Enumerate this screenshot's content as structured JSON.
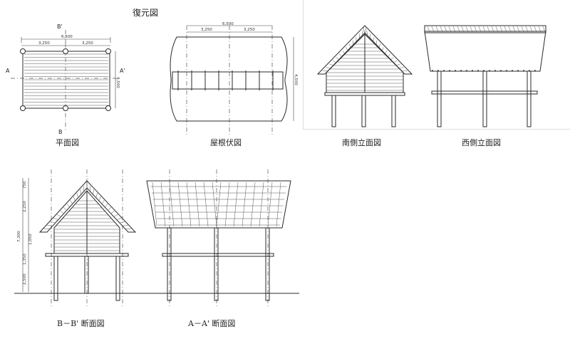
{
  "title": "復元図",
  "views": {
    "plan": {
      "caption": "平面図",
      "dim_total": "6,500",
      "dim_left": "3,250",
      "dim_right": "3,250",
      "dim_depth": "4,500",
      "mark_a": "A",
      "mark_a_prime": "A'",
      "mark_b": "B",
      "mark_b_prime": "B'"
    },
    "roof": {
      "caption": "屋根伏図",
      "dim_total": "6,500",
      "dim_left": "3,250",
      "dim_right": "3,250",
      "dim_depth": "4,500"
    },
    "south": {
      "caption": "南側立面図"
    },
    "west": {
      "caption": "西側立面図"
    },
    "section_b": {
      "caption": "B－B' 断面図",
      "dims": [
        "750",
        "2,250",
        "1,050",
        "1,350",
        "2,500",
        "7,300"
      ]
    },
    "section_a": {
      "caption": "A－A' 断面図"
    }
  }
}
